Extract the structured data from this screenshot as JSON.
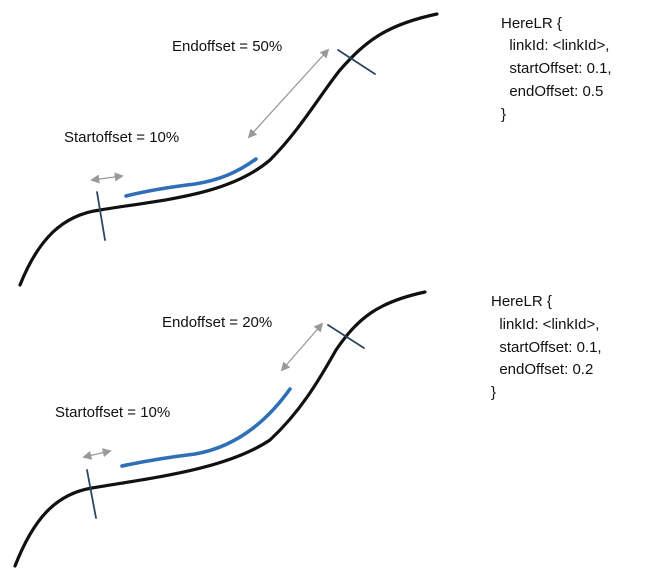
{
  "colors": {
    "road": "#111111",
    "segment": "#2f6fb7",
    "tick": "#2d4660",
    "arrow": "#999999"
  },
  "panels": [
    {
      "start_label": "Startoffset = 10%",
      "end_label": "Endoffset = 50%",
      "code": [
        "HereLR {",
        "  linkId: <linkId>,",
        "  startOffset: 0.1,",
        "  endOffset: 0.5",
        "}"
      ],
      "start_offset": 0.1,
      "end_offset": 0.5
    },
    {
      "start_label": "Startoffset = 10%",
      "end_label": "Endoffset = 20%",
      "code": [
        "HereLR {",
        "  linkId: <linkId>,",
        "  startOffset: 0.1,",
        "  endOffset: 0.2",
        "}"
      ],
      "start_offset": 0.1,
      "end_offset": 0.2
    }
  ]
}
